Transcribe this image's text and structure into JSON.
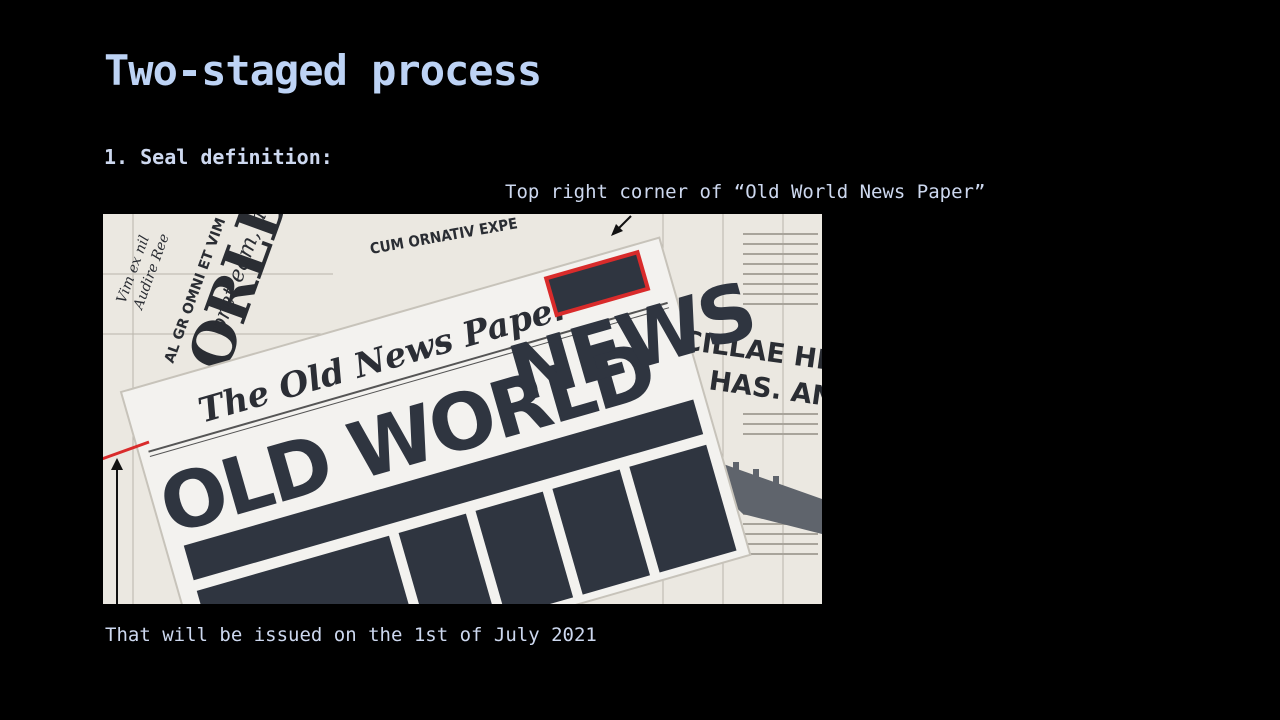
{
  "slide": {
    "title": "Two-staged process",
    "step_heading": "1. Seal definition:",
    "annotation": "Top right corner of “Old World News Paper”",
    "caption": "That will be issued on the 1st of July 2021"
  },
  "newspaper": {
    "masthead_script": "The Old News Paper",
    "headline_left": "OLD WORLD",
    "headline_right": "NEWS",
    "background_snippets": [
      "ORLD",
      "CUM ORNATIV EXPE",
      "CILLAE HIS CU, L",
      "O HAS. AN OMI",
      "Vim ex nil",
      "Audire Ree",
      "pret eam, an",
      "AL GR OMNI ET VIM"
    ]
  },
  "colors": {
    "background": "#000000",
    "title": "#bdd3f5",
    "text": "#cdd8ef",
    "highlight": "#d92b2b",
    "panel": "#2f3540"
  }
}
